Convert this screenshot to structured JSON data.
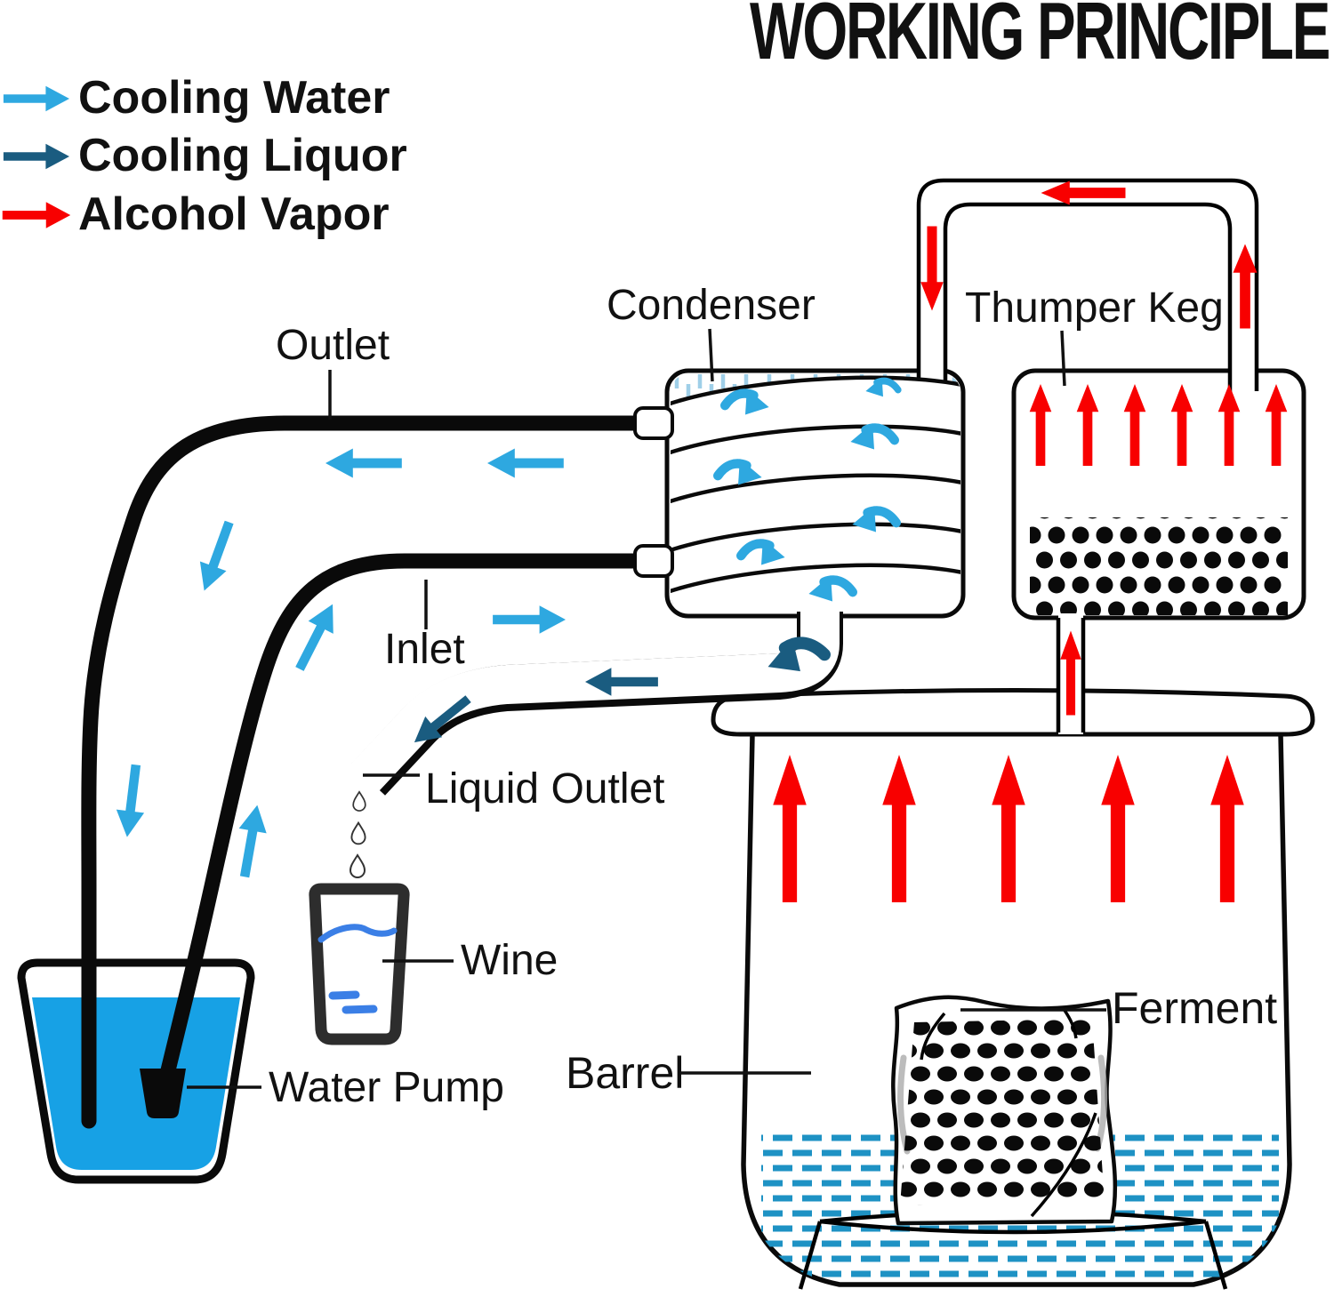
{
  "title": "WORKING PRINCIPLE",
  "legend": {
    "items": [
      {
        "label": "Cooling Water",
        "color": "#2EA8E0"
      },
      {
        "label": "Cooling Liquor",
        "color": "#1A5C80"
      },
      {
        "label": "Alcohol Vapor",
        "color": "#F80000"
      }
    ]
  },
  "labels": {
    "condenser": "Condenser",
    "thumper_keg": "Thumper Keg",
    "outlet": "Outlet",
    "inlet": "Inlet",
    "liquid_outlet": "Liquid Outlet",
    "wine": "Wine",
    "water_pump": "Water Pump",
    "barrel": "Barrel",
    "ferment": "Ferment"
  },
  "colors": {
    "cooling_water": "#2EA8E0",
    "cooling_liquor": "#1A5C80",
    "alcohol_vapor": "#F80000",
    "bucket_water": "#17A1E5",
    "condenser_hatch": "#9FCFE8",
    "barrel_liquid_dashes": "#1E92C4",
    "wine_accent": "#3B7FE6",
    "outline": "#000000"
  }
}
